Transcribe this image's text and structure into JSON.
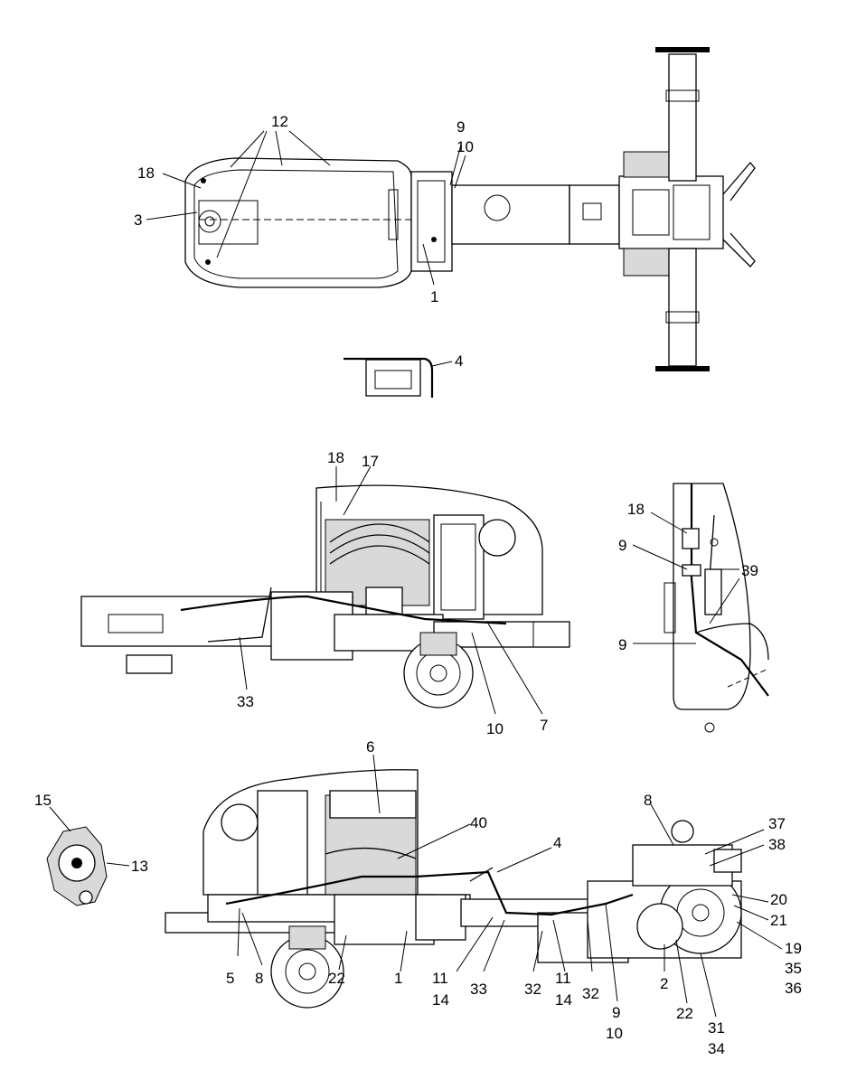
{
  "views": {
    "top": {
      "labels": [
        "12",
        "18",
        "3",
        "9",
        "10",
        "1",
        "4"
      ]
    },
    "left_side": {
      "labels": [
        "18",
        "17",
        "33",
        "10",
        "7"
      ]
    },
    "detail": {
      "labels": [
        "18",
        "9",
        "39",
        "9"
      ]
    },
    "alternator": {
      "labels": [
        "15",
        "13"
      ]
    },
    "right_side": {
      "labels": [
        "6",
        "40",
        "4",
        "8",
        "37",
        "38",
        "20",
        "21",
        "19",
        "35",
        "36",
        "5",
        "8",
        "22",
        "1",
        "11",
        "14",
        "33",
        "32",
        "11",
        "14",
        "32",
        "9",
        "10",
        "2",
        "22",
        "31",
        "34"
      ]
    }
  }
}
